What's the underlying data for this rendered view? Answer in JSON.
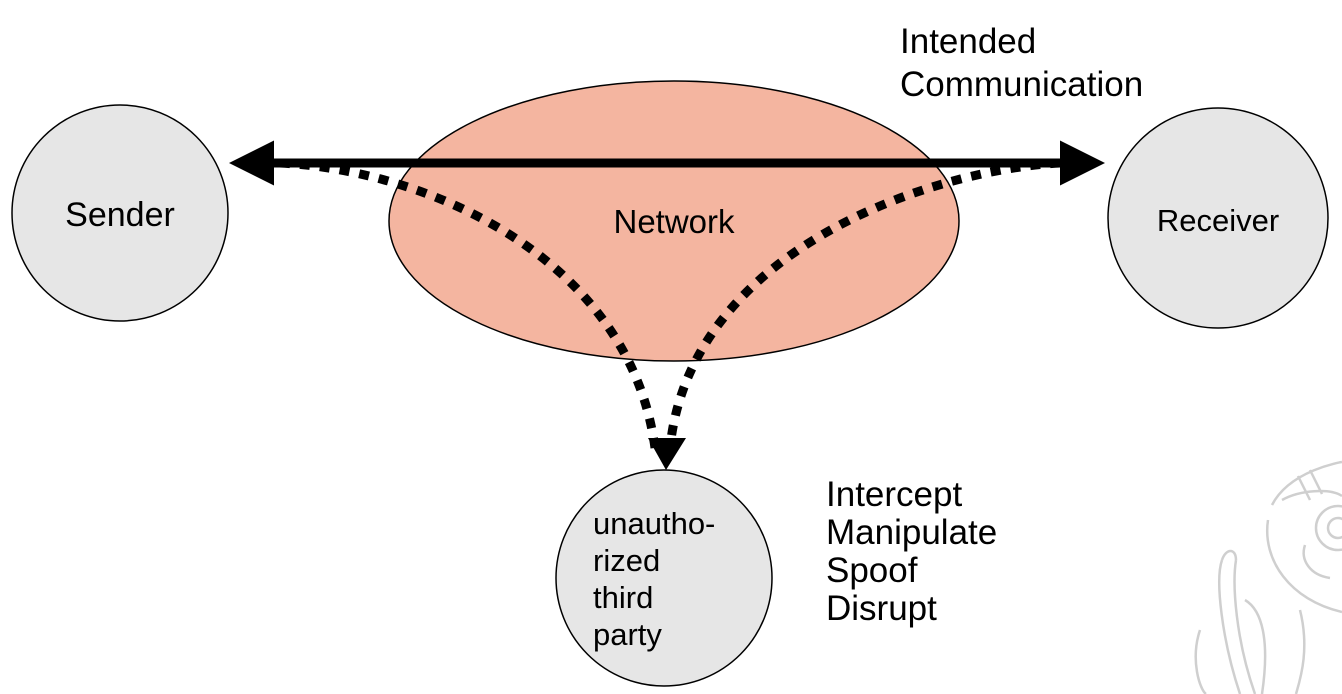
{
  "nodes": {
    "sender": {
      "label": "Sender"
    },
    "network": {
      "label": "Network"
    },
    "receiver": {
      "label": "Receiver"
    },
    "third_party": {
      "lines": [
        "unautho-",
        "rized",
        "third",
        "party"
      ]
    }
  },
  "annotations": {
    "intended_communication": [
      "Intended",
      "Communication"
    ],
    "threats": [
      "Intercept",
      "Manipulate",
      "Spoof",
      "Disrupt"
    ]
  },
  "colors": {
    "node_fill": "#e6e6e6",
    "network_fill": "#f4b5a0",
    "stroke": "#000000",
    "sketch": "#cfcfcf"
  },
  "icons": {
    "mascot": "pointing-cartoon-figure-sketch"
  }
}
